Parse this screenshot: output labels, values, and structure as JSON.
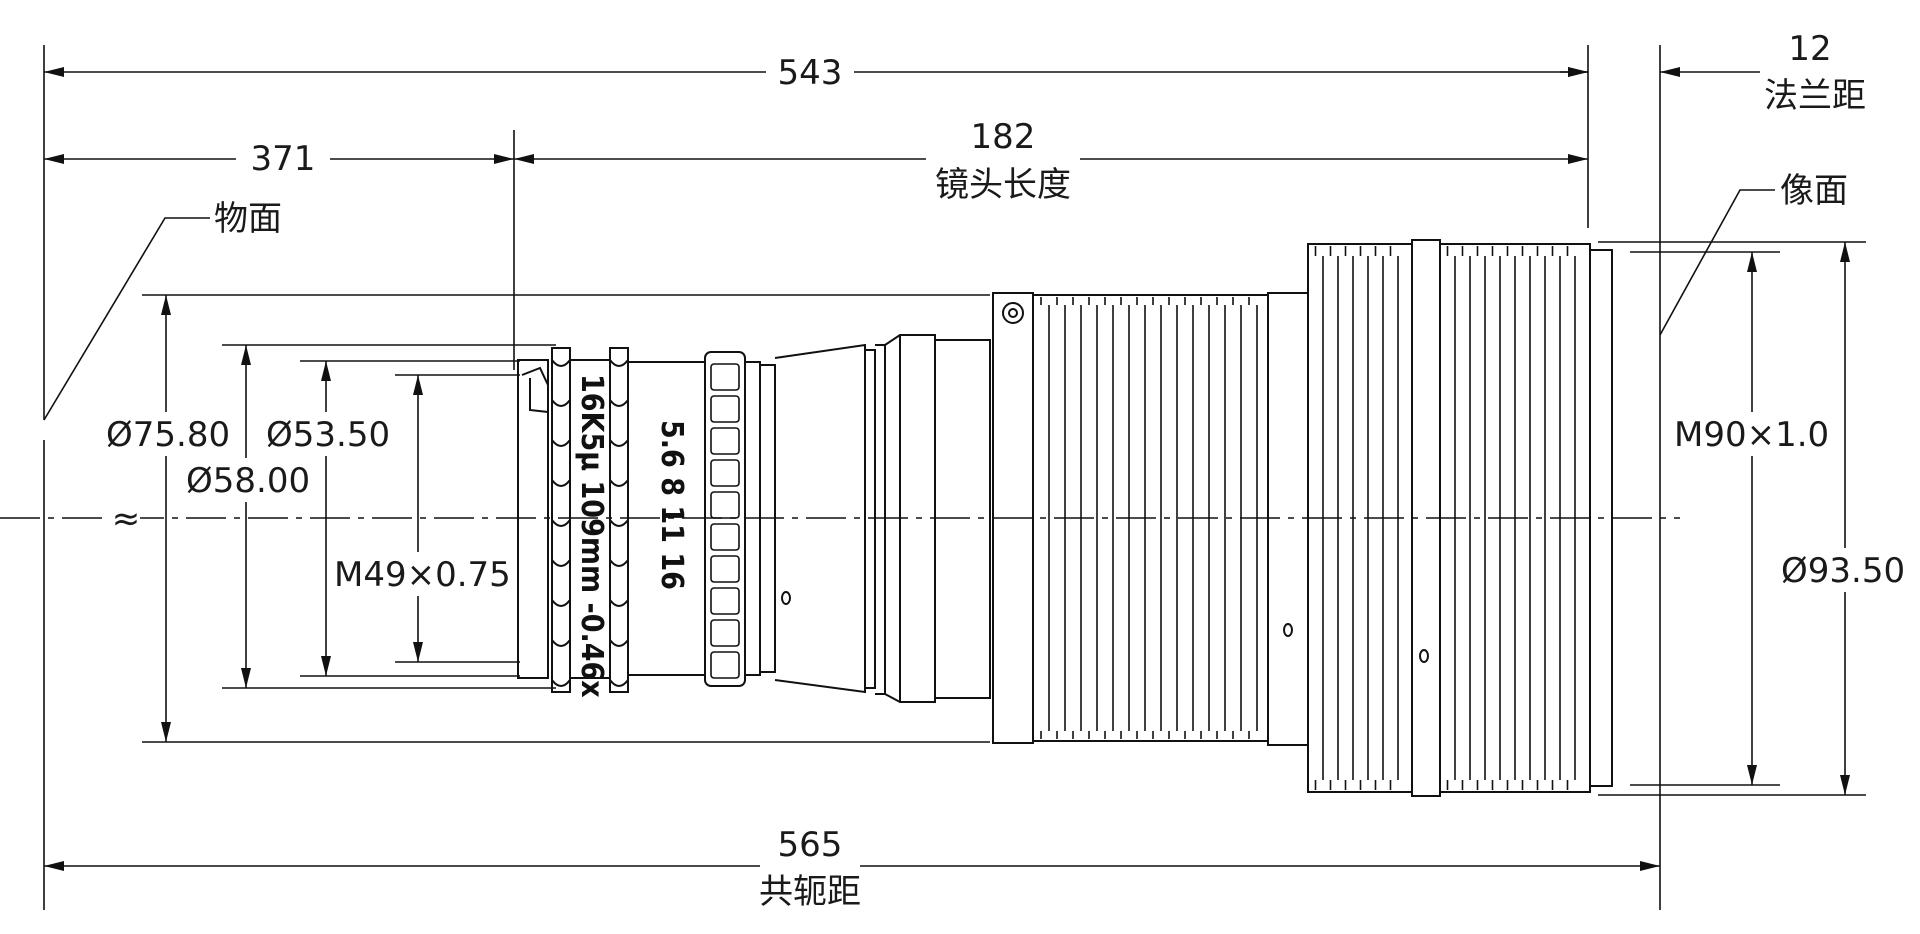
{
  "dimensions": {
    "total_length": "543",
    "object_to_lens": "371",
    "lens_length": "182",
    "lens_length_label": "镜头长度",
    "flange_distance": "12",
    "flange_distance_label": "法兰距",
    "conjugate_distance": "565",
    "conjugate_distance_label": "共轭距"
  },
  "labels": {
    "object_plane": "物面",
    "image_plane": "像面",
    "approx": "≈"
  },
  "diameters": {
    "d_outer_front": "Ø75.80",
    "d_filter": "Ø53.50",
    "d_front": "Ø58.00",
    "thread_front": "M49×0.75",
    "thread_rear": "M90×1.0",
    "d_rear": "Ø93.50"
  },
  "engraving": {
    "model": "16K5μ 109mm -0.46x",
    "apertures": "5.6  8 11 16"
  },
  "colors": {
    "line": "#111111",
    "background": "#ffffff"
  }
}
